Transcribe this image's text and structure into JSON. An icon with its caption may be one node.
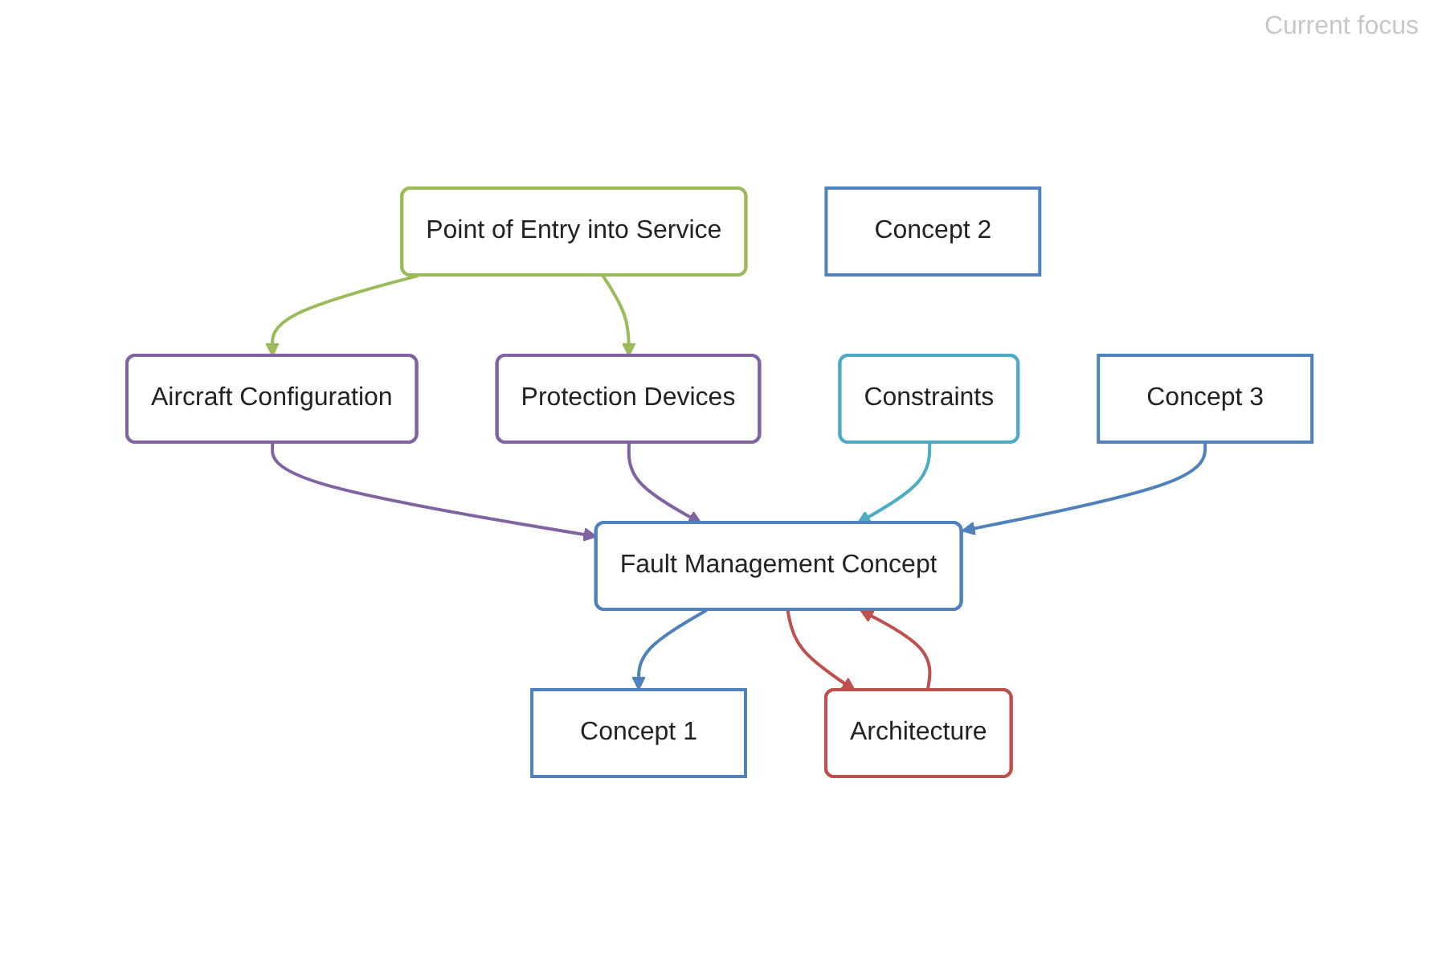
{
  "diagram": {
    "nodes": [
      {
        "text": [
          "Point of Entry into Service"
        ]
      },
      {
        "text": [
          "Aircraft Configuration"
        ]
      },
      {
        "text": [
          "Protection Devices"
        ]
      },
      {
        "text": [
          "Constraints"
        ]
      },
      {
        "text": [
          "Fault Management Concept"
        ]
      },
      {
        "text": [
          "Concept 1"
        ]
      },
      {
        "text": [
          "Concept 2"
        ]
      },
      {
        "text": [
          "Concept 3"
        ]
      },
      {
        "text": [
          "Architecture"
        ]
      }
    ],
    "edges": [
      {
        "from": 0,
        "to": 1,
        "arrow": "to",
        "color": "#9bbb59"
      },
      {
        "from": 0,
        "to": 2,
        "arrow": "to",
        "color": "#9bbb59"
      },
      {
        "from": 1,
        "to": 4,
        "arrow": "to",
        "color": "#8064a2"
      },
      {
        "from": 2,
        "to": 4,
        "arrow": "to",
        "color": "#8064a2"
      },
      {
        "from": 3,
        "to": 4,
        "arrow": "to",
        "color": "#4bacc6"
      },
      {
        "from": 4,
        "to": 5,
        "arrow": "to",
        "color": "#4f81bd"
      },
      {
        "from": 7,
        "to": 4,
        "arrow": "to",
        "color": "#4f81bd"
      },
      {
        "from": 4,
        "to": 8,
        "arrow": "to",
        "color": "#c0504d"
      },
      {
        "from": 8,
        "to": 4,
        "arrow": "to",
        "color": "#c0504d"
      }
    ],
    "labels": [
      "Current focus"
    ]
  }
}
